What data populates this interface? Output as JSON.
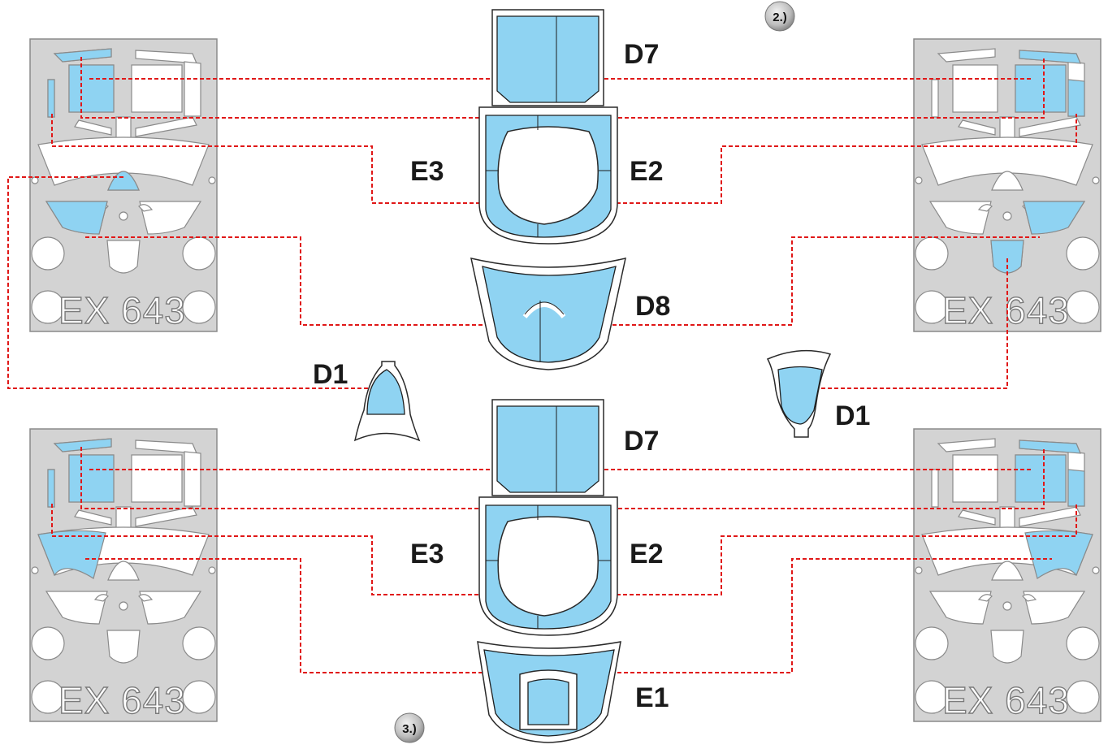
{
  "diagram": {
    "steps": [
      "2.)",
      "3.)"
    ],
    "sheet_code": "EX 643",
    "labels": {
      "d7_top": "D7",
      "e3_top": "E3",
      "e2_top": "E2",
      "d8": "D8",
      "d1_left": "D1",
      "d1_right": "D1",
      "d7_bottom": "D7",
      "e3_bottom": "E3",
      "e2_bottom": "E2",
      "e1": "E1"
    },
    "colors": {
      "mask": "#8fd3f2",
      "sheet": "#d3d3d3",
      "leader_line": "#e01818"
    }
  }
}
